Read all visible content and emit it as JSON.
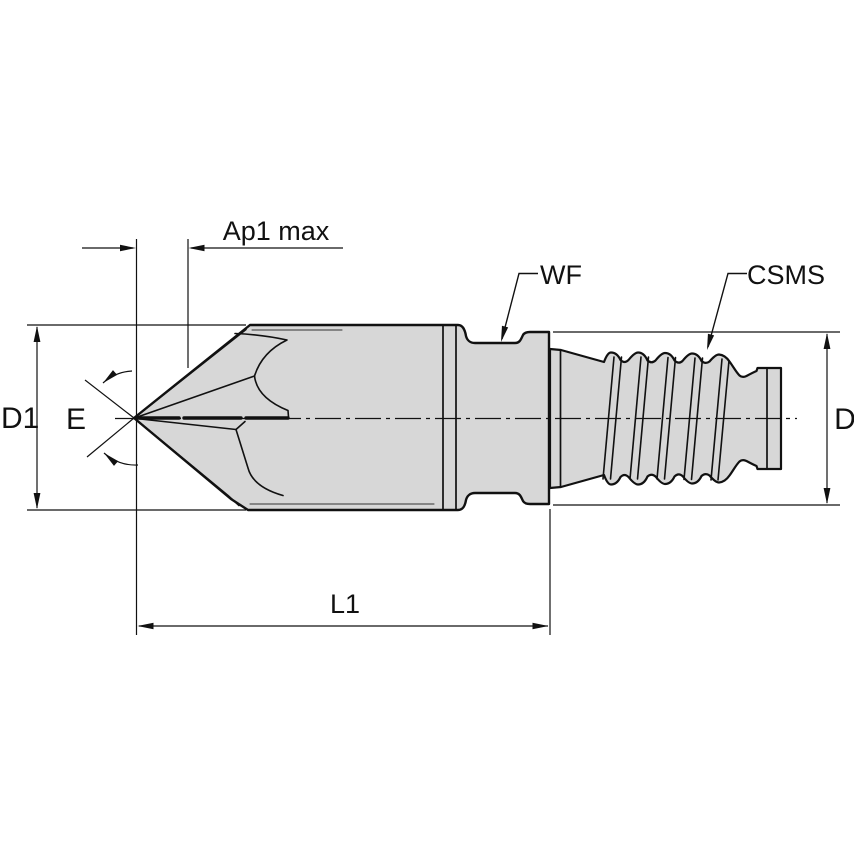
{
  "drawing": {
    "kind": "technical-dimension-drawing",
    "dimension_labels": {
      "tip_depth": "Ap1 max",
      "front_diameter": "D1",
      "point_angle": "E",
      "overall_length": "L1",
      "shank_diameter": "D"
    },
    "callout_labels": {
      "flange": "WF",
      "thread": "CSMS"
    },
    "colors": {
      "background": "#ffffff",
      "part_fill": "#d7d7d7",
      "line": "#111111"
    }
  }
}
